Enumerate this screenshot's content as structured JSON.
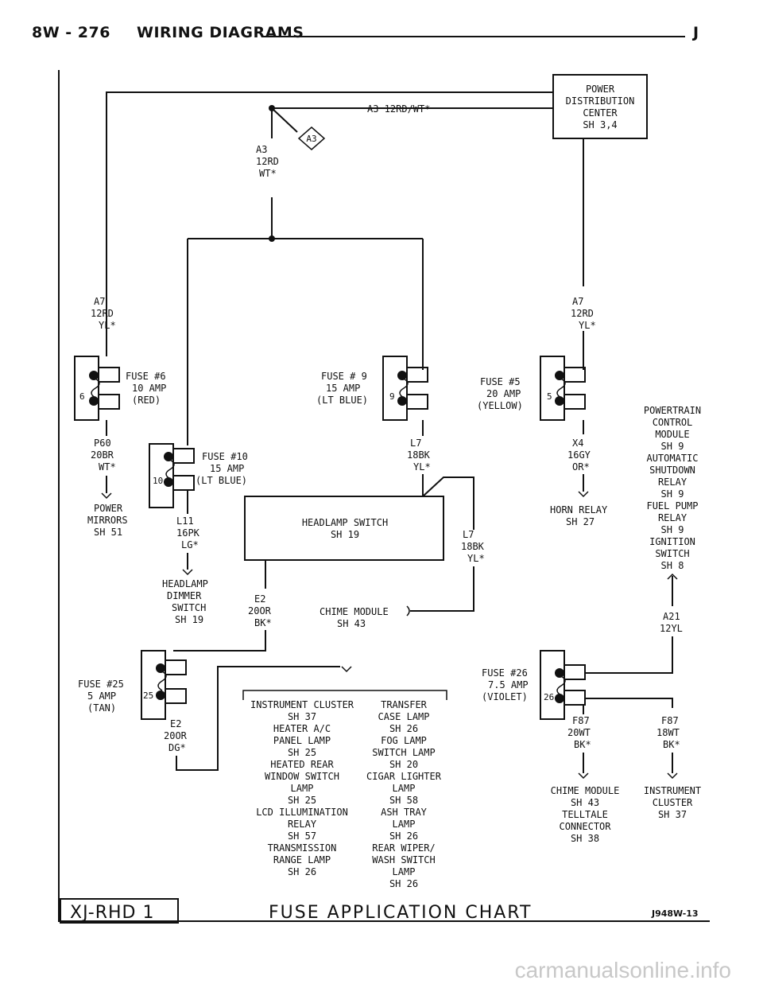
{
  "header": {
    "page": "8W - 276",
    "section": "WIRING DIAGRAMS",
    "model": "J"
  },
  "power_distribution": {
    "lines": [
      "POWER",
      "DISTRIBUTION",
      "CENTER",
      "SH 3,4"
    ]
  },
  "main_feed": {
    "label": "A3 12RD/WT*",
    "connector": "A3",
    "wire": [
      "A3",
      "12RD",
      "WT*"
    ]
  },
  "left_feed": [
    "A7",
    "12RD",
    "YL*"
  ],
  "right_feed": [
    "A7",
    "12RD",
    "YL*"
  ],
  "fuses": {
    "f6": {
      "num": "6",
      "label": [
        "FUSE #6",
        "10 AMP",
        "(RED)"
      ]
    },
    "f9": {
      "num": "9",
      "label": [
        "FUSE # 9",
        "15 AMP",
        "(LT BLUE)"
      ]
    },
    "f5": {
      "num": "5",
      "label": [
        "FUSE #5",
        "20 AMP",
        "(YELLOW)"
      ]
    },
    "f10": {
      "num": "10",
      "label": [
        "FUSE #10",
        "15 AMP",
        "(LT BLUE)"
      ]
    },
    "f25": {
      "num": "25",
      "label": [
        "FUSE #25",
        "5 AMP",
        "(TAN)"
      ]
    },
    "f26": {
      "num": "26",
      "label": [
        "FUSE #26",
        "7.5 AMP",
        "(VIOLET)"
      ]
    }
  },
  "wires": {
    "p60": [
      "P60",
      "20BR",
      "WT*"
    ],
    "l11": [
      "L11",
      "16PK",
      "LG*"
    ],
    "l7_top": [
      "L7",
      "18BK",
      "YL*"
    ],
    "l7_right": [
      "L7",
      "18BK",
      "YL*"
    ],
    "x4": [
      "X4",
      "16GY",
      "OR*"
    ],
    "e2_mid": [
      "E2",
      "20OR",
      "BK*"
    ],
    "e2_left": [
      "E2",
      "20OR",
      "DG*"
    ],
    "a21": [
      "A21",
      "12YL"
    ],
    "f87_left": [
      "F87",
      "20WT",
      "BK*"
    ],
    "f87_right": [
      "F87",
      "18WT",
      "BK*"
    ]
  },
  "loads": {
    "power_mirrors": [
      "POWER",
      "MIRRORS",
      "SH 51"
    ],
    "headlamp_dimmer": [
      "HEADLAMP",
      "DIMMER",
      "SWITCH",
      "SH 19"
    ],
    "horn_relay": [
      "HORN RELAY",
      "SH 27"
    ],
    "pcm_list": [
      "POWERTRAIN",
      "CONTROL",
      "MODULE",
      "SH 9",
      "AUTOMATIC",
      "SHUTDOWN",
      "RELAY",
      "SH 9",
      "FUEL PUMP",
      "RELAY",
      "SH 9",
      "IGNITION",
      "SWITCH",
      "SH 8"
    ],
    "chime_module_mid": [
      "CHIME MODULE",
      "SH 43"
    ],
    "cluster_list": [
      "INSTRUMENT CLUSTER",
      "SH 37",
      "HEATER A/C",
      "PANEL LAMP",
      "SH 25",
      "HEATED REAR",
      "WINDOW SWITCH",
      "LAMP",
      "SH 25",
      "LCD ILLUMINATION",
      "RELAY",
      "SH 57",
      "TRANSMISSION",
      "RANGE LAMP",
      "SH 26"
    ],
    "transfer_list": [
      "TRANSFER",
      "CASE LAMP",
      "SH 26",
      "FOG LAMP",
      "SWITCH LAMP",
      "SH 20",
      "CIGAR LIGHTER",
      "LAMP",
      "SH 58",
      "ASH TRAY",
      "LAMP",
      "SH 26",
      "REAR WIPER/",
      "WASH SWITCH",
      "LAMP",
      "SH 26"
    ],
    "chime_bottom": [
      "CHIME MODULE",
      "SH 43",
      "TELLTALE",
      "CONNECTOR",
      "SH 38"
    ],
    "instrument_bottom": [
      "INSTRUMENT",
      "CLUSTER",
      "SH 37"
    ]
  },
  "headlamp_switch": {
    "lines": [
      "HEADLAMP SWITCH",
      "SH 19"
    ]
  },
  "footer": {
    "tag": "XJ-RHD 1",
    "title": "FUSE APPLICATION CHART",
    "code": "J948W-13"
  },
  "watermark": "carmanualsonline.info"
}
